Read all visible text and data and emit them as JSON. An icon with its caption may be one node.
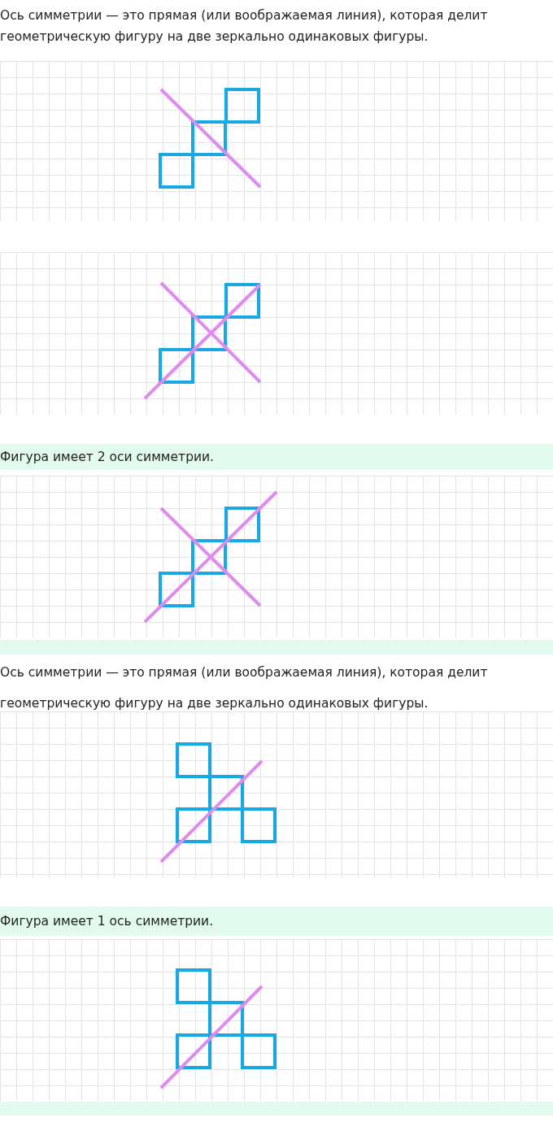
{
  "diagram": {
    "labels": [
      "Ось симметрии — это прямая (или воображаемая линия), которая делит геометрическую фигуру на две зеркально одинаковых фигуры.",
      "Фигура имеет 2 оси симметрии.",
      "Ось симметрии — это прямая (или воображаемая линия), которая делит геометрическую фигуру на две зеркально одинаковых фигуры.",
      "Фигура имеет 1 ось симметрии."
    ]
  }
}
